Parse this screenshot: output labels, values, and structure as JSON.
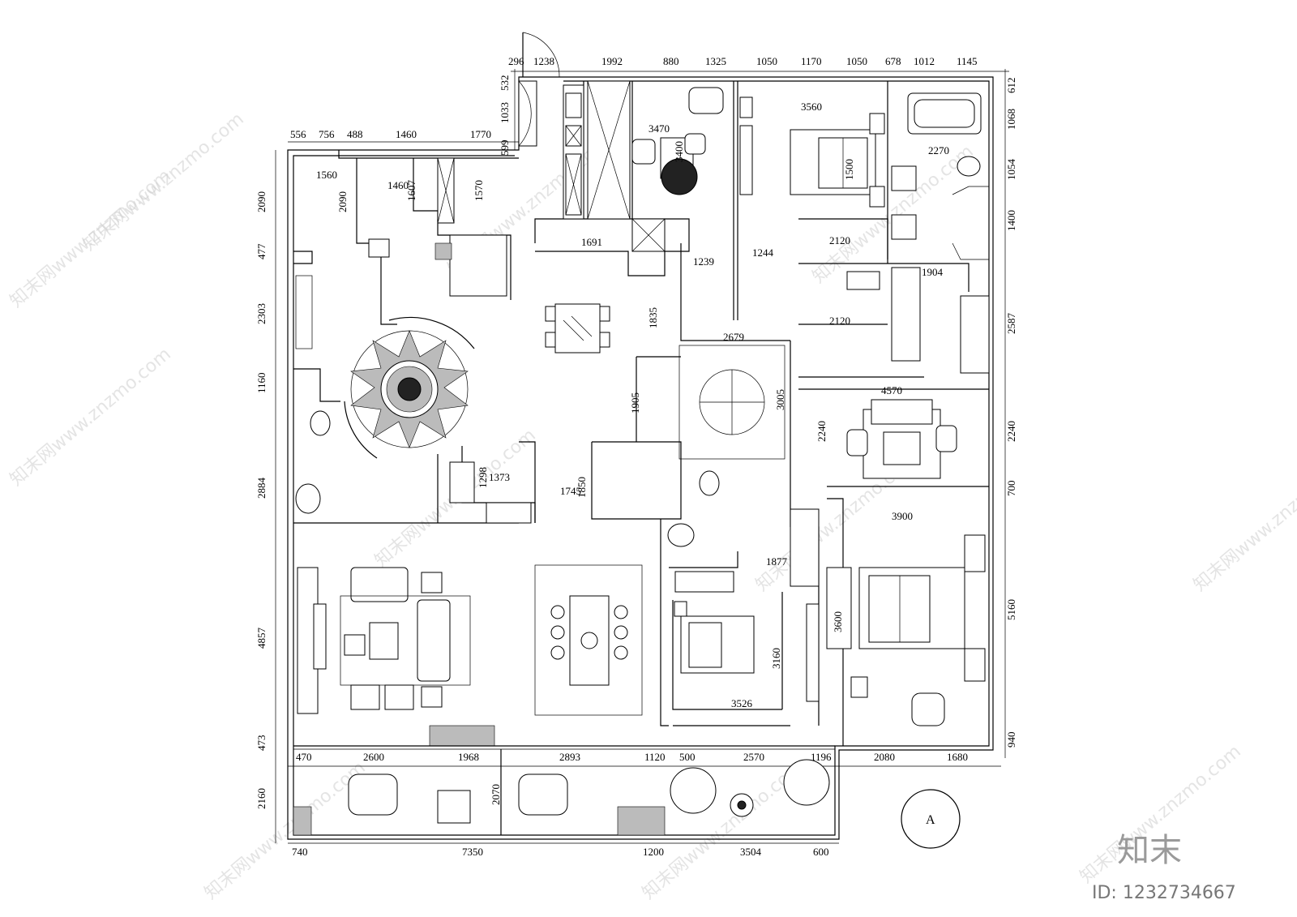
{
  "dims_top": [
    "296",
    "1238",
    "1992",
    "880",
    "1325",
    "1050",
    "1170",
    "1050",
    "678",
    "1012",
    "1145"
  ],
  "dims_top2": [
    "556",
    "756",
    "488",
    "1460",
    "1770"
  ],
  "dims_bottom": [
    "470",
    "2600",
    "1968",
    "2893",
    "1120",
    "500",
    "2570",
    "1196",
    "2080",
    "1680"
  ],
  "dims_bottom2": [
    "740",
    "7350",
    "1200",
    "3504",
    "600"
  ],
  "dims_left": [
    "2090",
    "477",
    "2303",
    "1160",
    "2884",
    "4857",
    "473",
    "2160"
  ],
  "dims_right": [
    "612",
    "1068",
    "1054",
    "1400",
    "2587",
    "2240",
    "700",
    "5160",
    "940"
  ],
  "dims_entry": [
    "532",
    "1033",
    "599"
  ],
  "dims_inner_h": [
    "1560",
    "1460",
    "3470",
    "3560",
    "2270",
    "1691",
    "1239",
    "1244",
    "2120",
    "1904",
    "2120",
    "2679",
    "4570",
    "1373",
    "1745",
    "3900",
    "1877",
    "3526"
  ],
  "dims_inner_v": [
    "2090",
    "1607",
    "1570",
    "3400",
    "1500",
    "1835",
    "1905",
    "3005",
    "2240",
    "1298",
    "1850",
    "3160",
    "3600",
    "2070"
  ],
  "marker_label": "A",
  "brand_text": "知末",
  "id_text": "ID: 1232734667",
  "watermark_text": "知末网www.znzmo.com"
}
